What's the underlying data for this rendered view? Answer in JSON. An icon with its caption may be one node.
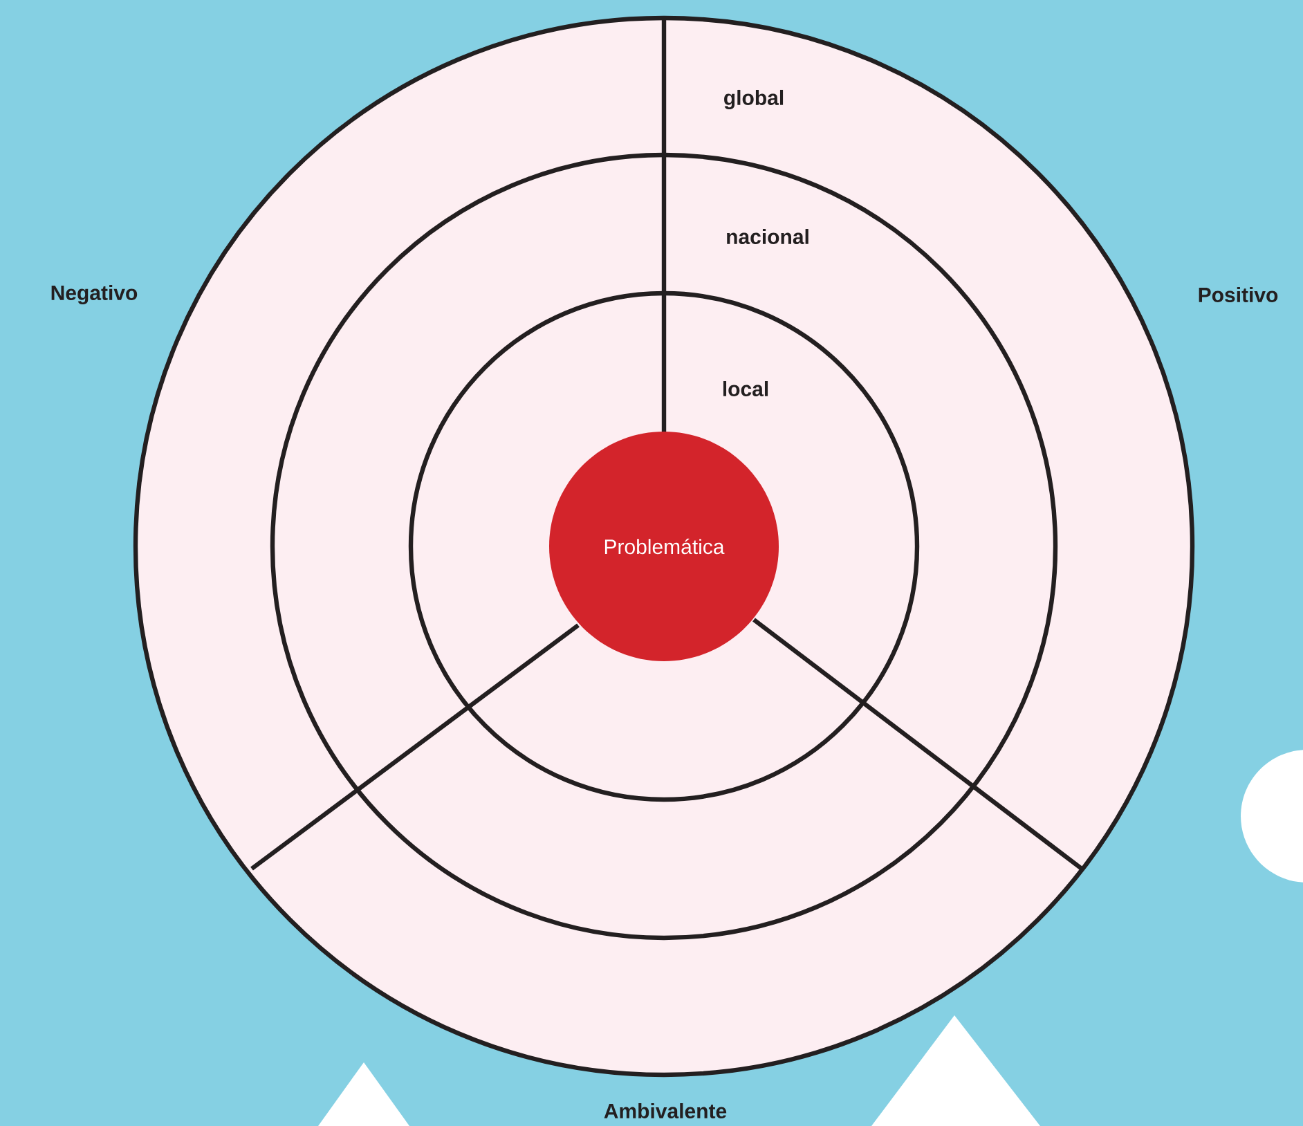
{
  "diagram": {
    "nodes": [
      {
        "text": [
          "global"
        ]
      },
      {
        "text": [
          "nacional"
        ],
        "in": 0
      },
      {
        "text": [
          "local"
        ],
        "in": 1
      },
      {
        "text": [
          "Problemática"
        ],
        "in": 2
      }
    ],
    "labels": [
      "Negativo",
      "Positivo",
      "Ambivalente"
    ]
  }
}
